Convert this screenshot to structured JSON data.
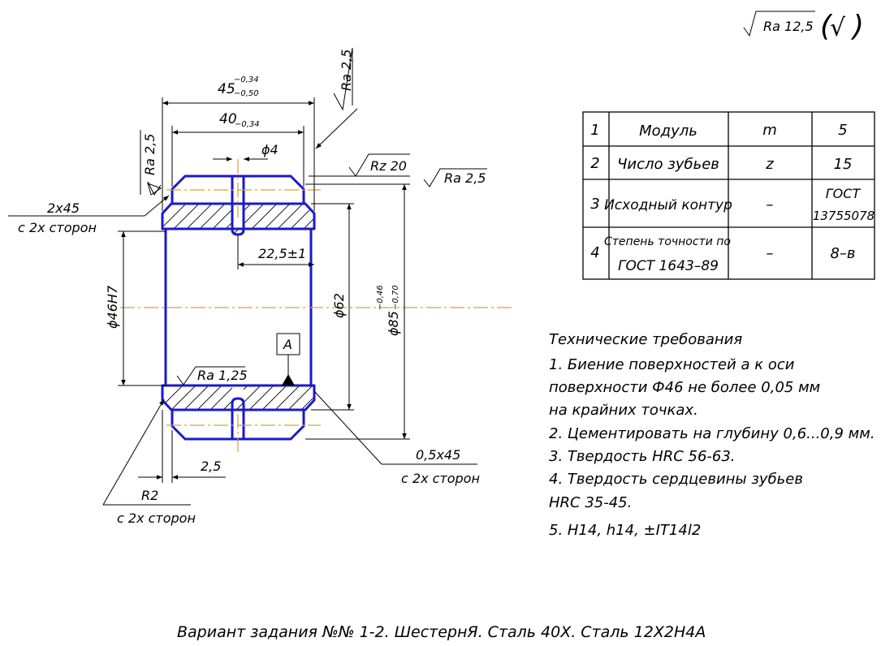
{
  "roughness_note": {
    "value": "Ra 12,5",
    "bracket_mark": "√"
  },
  "dimensions": {
    "overall_width": "45",
    "overall_width_upper": "−0,34",
    "overall_width_lower": "−0,50",
    "rim_width": "40",
    "rim_width_tol": "−0,34",
    "hole_diameter": "ϕ4",
    "hole_offset": "22,5±1",
    "bore": "ϕ46H7",
    "inner_diameter": "ϕ62",
    "outer_diameter": "ϕ85",
    "outer_upper": "−0,46",
    "outer_lower": "−0,70",
    "step": "2,5",
    "chamfer_left": "2x45",
    "chamfer_left_note": "с 2х сторон",
    "chamfer_right": "0,5x45",
    "chamfer_right_note": "с 2х сторон",
    "radius": "R2",
    "radius_note": "с 2х сторон",
    "datum": "A"
  },
  "roughness_marks": {
    "top_right": "Ra 2,5",
    "face_left": "Ra 2,5",
    "rz": "Rz 20",
    "outer": "Ra 2,5",
    "bore": "Ra 1,25"
  },
  "params_table": {
    "rows": [
      {
        "n": "1",
        "name": "Модуль",
        "sym": "m",
        "val": "5"
      },
      {
        "n": "2",
        "name": "Число зубьев",
        "sym": "z",
        "val": "15"
      },
      {
        "n": "3",
        "name": "Исходный контур",
        "sym": "–",
        "val": "ГОСТ",
        "val2": "13755078"
      },
      {
        "n": "4",
        "name": "Степень точности по",
        "name2": "ГОСТ 1643–89",
        "sym": "–",
        "val": "8–в"
      }
    ]
  },
  "requirements": {
    "title": "Технические требования",
    "lines": [
      "1. Биение поверхностей а к оси",
      "поверхности Ф46 не более 0,05 мм",
      "на крайних точках.",
      "2. Цементировать на глубину 0,6...0,9 мм.",
      "3. Твердость HRC 56-63.",
      "4. Твердость сердцевины зубьев",
      "HRC 35-45.",
      "5. H14, h14, ±IT14l2"
    ]
  },
  "caption": "Вариант задания №№ 1-2. ШестернЯ. Сталь 40Х. Сталь 12Х2Н4А",
  "colors": {
    "part": "#1a1acc",
    "axis": "#d9a030",
    "ink": "#000000"
  }
}
